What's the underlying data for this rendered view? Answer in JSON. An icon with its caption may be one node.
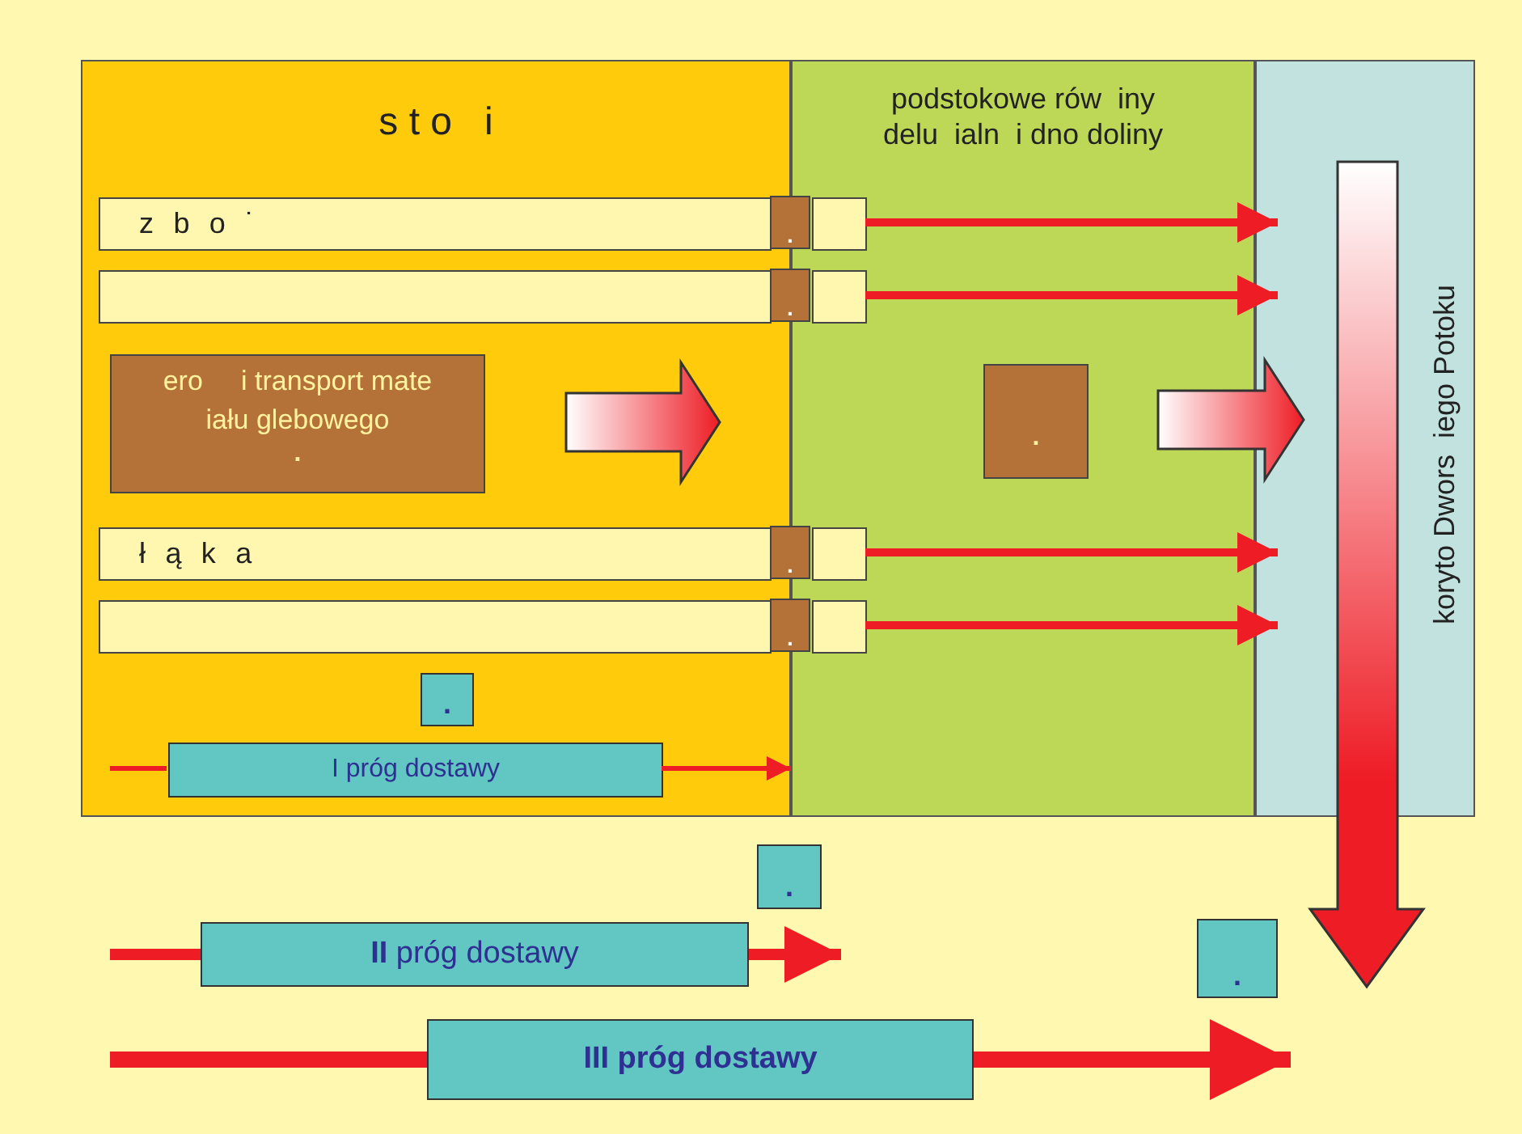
{
  "diagram": {
    "nodes": [
      {
        "text": [
          "s t o   i"
        ]
      },
      {
        "text": [
          "podstokowe rów  iny delu  ialn  i dno doliny"
        ]
      },
      {
        "text": [
          "koryto Dwors  iego Potoku"
        ]
      },
      {
        "text": [
          "z b o ˙"
        ],
        "in": 0
      },
      {
        "text": [
          "."
        ]
      },
      {
        "text": [],
        "shape": "box",
        "in": 1
      },
      {
        "text": [],
        "shape": "box",
        "in": 0
      },
      {
        "text": [
          "."
        ]
      },
      {
        "text": [],
        "shape": "box",
        "in": 1
      },
      {
        "text": [
          "ero     i transport mate iału glebowego",
          "."
        ],
        "in": 0
      },
      {
        "text": [
          "."
        ],
        "in": 1
      },
      {
        "text": [
          "ł ą k a"
        ],
        "in": 0
      },
      {
        "text": [
          "."
        ]
      },
      {
        "text": [],
        "shape": "box",
        "in": 1
      },
      {
        "text": [],
        "shape": "box",
        "in": 0
      },
      {
        "text": [
          "."
        ]
      },
      {
        "text": [],
        "shape": "box",
        "in": 1
      },
      {
        "text": [
          "."
        ],
        "in": 0
      },
      {
        "text": [
          "I próg dostawy"
        ],
        "in": 0
      },
      {
        "text": [
          "."
        ]
      },
      {
        "text": [
          "**II** próg dostawy"
        ]
      },
      {
        "text": [
          "."
        ]
      },
      {
        "text": [
          "III próg dostawy"
        ]
      }
    ],
    "edges": [
      {
        "from": 5,
        "to": 2,
        "arrow": "to"
      },
      {
        "from": 8,
        "to": 2,
        "arrow": "to"
      },
      {
        "from": 13,
        "to": 2,
        "arrow": "to"
      },
      {
        "from": 16,
        "to": 2,
        "arrow": "to"
      },
      {
        "from": 9,
        "to": 1,
        "arrow": "to",
        "style": "thick"
      },
      {
        "from": 10,
        "to": 2,
        "arrow": "to",
        "style": "thick"
      },
      {
        "from": null,
        "to": 18,
        "arrow": "none"
      },
      {
        "from": 18,
        "to": 1,
        "arrow": "to"
      },
      {
        "from": null,
        "to": 20,
        "arrow": "none"
      },
      {
        "from": 20,
        "to": 19,
        "arrow": "to"
      },
      {
        "from": null,
        "to": 22,
        "arrow": "none",
        "style": "thick"
      },
      {
        "from": 22,
        "to": 21,
        "arrow": "to",
        "style": "thick"
      }
    ]
  }
}
